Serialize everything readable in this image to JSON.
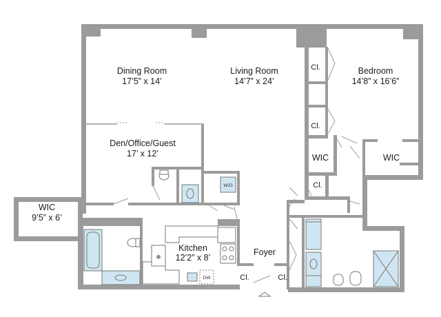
{
  "rooms": {
    "dining": {
      "name": "Dining Room",
      "dims": "17’5” x 14’"
    },
    "living": {
      "name": "Living Room",
      "dims": "14’7” x 24’"
    },
    "bedroom": {
      "name": "Bedroom",
      "dims": "14’8” x 16’6”"
    },
    "den": {
      "name": "Den/Office/Guest",
      "dims": "17’ x 12’"
    },
    "wic_left": {
      "name": "WIC",
      "dims": "9’5” x 6’"
    },
    "wic_mid": {
      "name": "WIC"
    },
    "wic_right": {
      "name": "WIC"
    },
    "kitchen": {
      "name": "Kitchen",
      "dims": "12’2” x 8’"
    },
    "foyer": {
      "name": "Foyer"
    }
  },
  "closets": {
    "cl1": "Cl.",
    "cl2": "Cl.",
    "cl3": "Cl.",
    "cl4": "Cl.",
    "cl5": "Cl."
  },
  "appliances": {
    "washer_dryer": "W/D",
    "dishwasher": "DW"
  },
  "icons": {
    "freezer": "snowflake-icon",
    "entry": "entry-triangle-icon"
  }
}
